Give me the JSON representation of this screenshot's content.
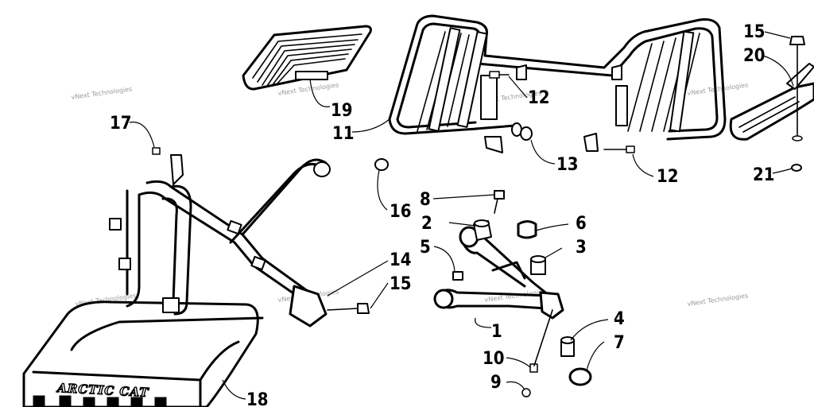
{
  "callouts": [
    "1",
    "2",
    "3",
    "4",
    "5",
    "6",
    "7",
    "8",
    "9",
    "10",
    "11",
    "12",
    "12",
    "13",
    "14",
    "15",
    "15",
    "16",
    "17",
    "18",
    "19",
    "20",
    "21"
  ],
  "watermarks": [
    "vNext Technologies",
    "vNext Technologies",
    "vNext Technologies",
    "vNext Technologies",
    "vNext Technologies",
    "vNext Technologies",
    "vNext Technologies",
    "vNext Technologies"
  ],
  "brand_logo": "ARCTIC CAT"
}
